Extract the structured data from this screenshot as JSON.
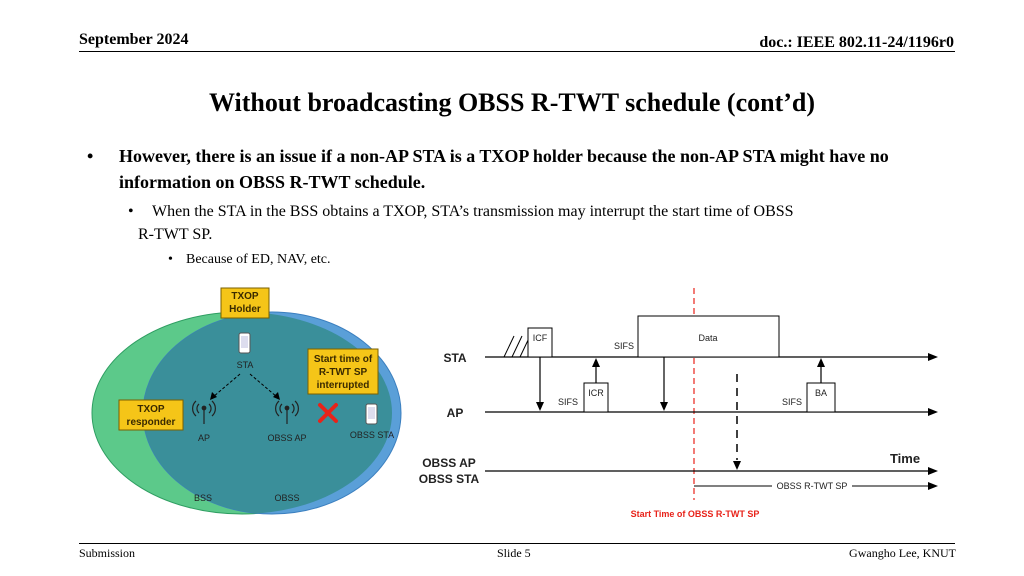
{
  "header": {
    "date": "September 2024",
    "doc": "doc.: IEEE 802.11-24/1196r0"
  },
  "title": "Without broadcasting OBSS R-TWT schedule (cont’d)",
  "bullets": {
    "level1": "However, there is an issue if a non-AP STA is a TXOP holder because the non-AP STA might have no information on OBSS R-TWT schedule.",
    "level2_line1": "When the STA in the BSS obtains a TXOP, STA’s transmission may interrupt the start time of OBSS",
    "level2_line2": "R-TWT SP.",
    "level3": "Because of ED, NAV, etc."
  },
  "left_figure": {
    "txop_holder_line1": "TXOP",
    "txop_holder_line2": "Holder",
    "txop_responder_line1": "TXOP",
    "txop_responder_line2": "responder",
    "interrupt_line1": "Start time of",
    "interrupt_line2": "R-TWT SP",
    "interrupt_line3": "interrupted",
    "sta": "STA",
    "ap": "AP",
    "obss_ap": "OBSS AP",
    "obss_sta": "OBSS STA",
    "bss": "BSS",
    "obss": "OBSS",
    "colors": {
      "bss": "#5cc98a",
      "obss": "#5a9fd8",
      "overlap": "#3a8f9a",
      "label_box": "#f5c518",
      "cross": "#e8231a"
    }
  },
  "timing_diagram": {
    "row_sta": "STA",
    "row_ap": "AP",
    "row_obss_line1": "OBSS AP",
    "row_obss_line2": "OBSS STA",
    "icf": "ICF",
    "sifs_1": "SIFS",
    "data": "Data",
    "sifs_2": "SIFS",
    "icr": "ICR",
    "sifs_3": "SIFS",
    "ba": "BA",
    "time": "Time",
    "obss_rtwt_sp": "OBSS R-TWT SP",
    "start_time_label": "Start Time of OBSS R-TWT SP",
    "colors": {
      "start_line": "#e8231a"
    }
  },
  "footer": {
    "left": "Submission",
    "center": "Slide 5",
    "right": "Gwangho Lee, KNUT"
  }
}
